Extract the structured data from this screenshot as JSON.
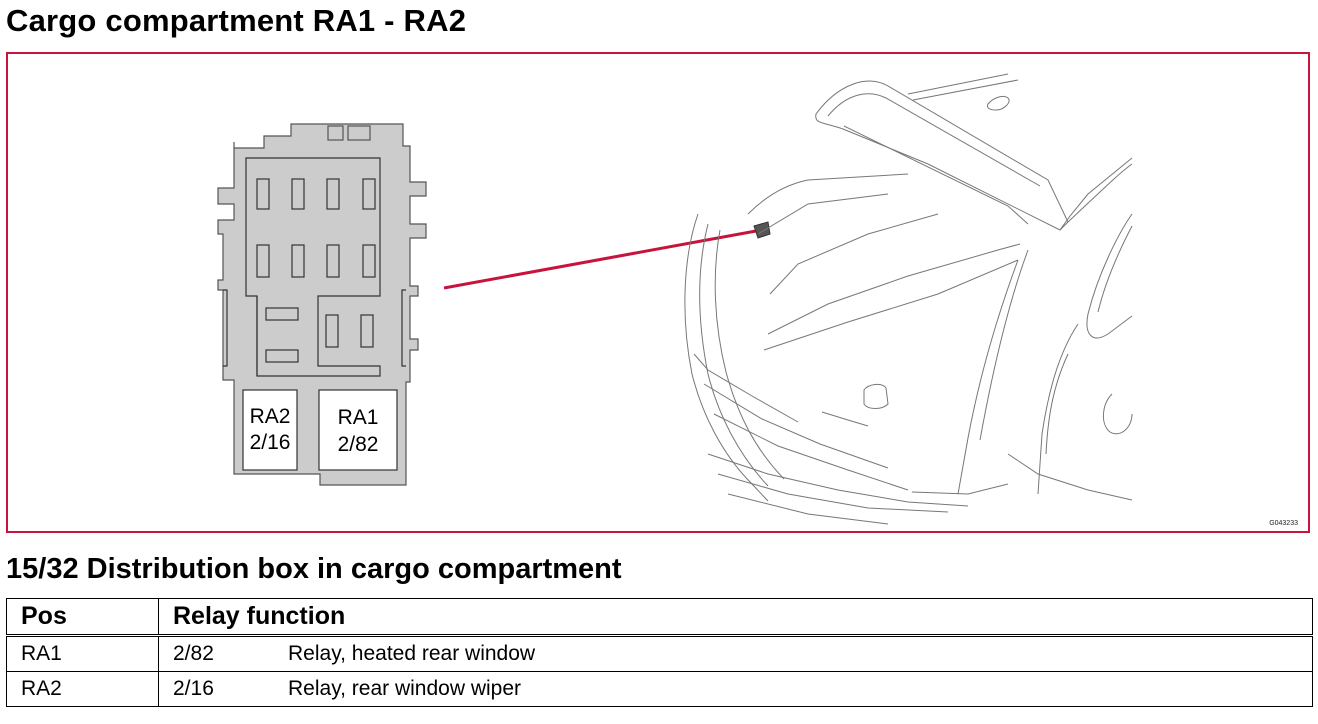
{
  "title": "Cargo compartment RA1 - RA2",
  "figure": {
    "code": "G043233",
    "relays": [
      {
        "name": "RA2",
        "code": "2/16"
      },
      {
        "name": "RA1",
        "code": "2/82"
      }
    ],
    "colors": {
      "frame": "#c8143c",
      "pointer": "#c8143c",
      "box_fill": "#cccccc",
      "outline": "#555555"
    }
  },
  "section_heading": "15/32 Distribution box in cargo compartment",
  "table": {
    "headers": {
      "pos": "Pos",
      "function": "Relay function"
    },
    "rows": [
      {
        "pos": "RA1",
        "code": "2/82",
        "function": "Relay, heated rear window"
      },
      {
        "pos": "RA2",
        "code": "2/16",
        "function": "Relay, rear window wiper"
      }
    ]
  }
}
